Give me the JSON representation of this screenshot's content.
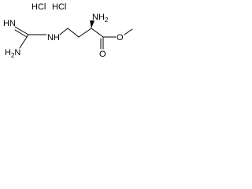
{
  "molecule": {
    "salts": {
      "first": "HCl",
      "second": "HCl"
    },
    "atoms": {
      "imine_nh": "HN",
      "amidine_nh2": "H2N",
      "guanidine_nh": "NH",
      "alpha_nh2": "NH2",
      "carbonyl_o": "O",
      "ester_o": "O"
    }
  },
  "colors": {
    "ink": "#000000",
    "background": "#ffffff"
  }
}
